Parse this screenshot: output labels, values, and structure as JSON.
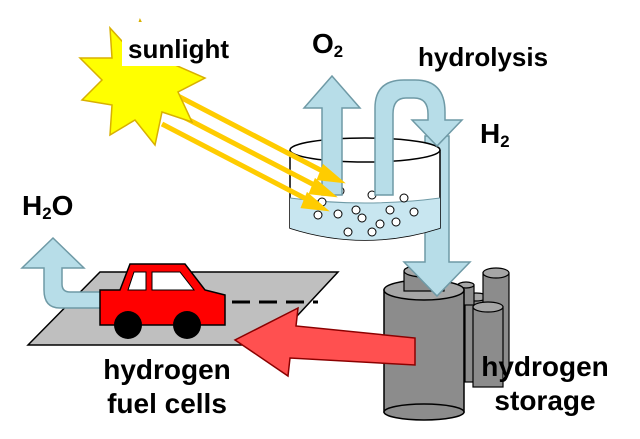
{
  "labels": {
    "sunlight": "sunlight",
    "o2_main": "O",
    "o2_sub": "2",
    "hydrolysis": "hydrolysis",
    "h2_main": "H",
    "h2_sub": "2",
    "h2o_main": "H",
    "h2o_sub": "2",
    "h2o_tail": "O",
    "fuel_cells_line1": "hydrogen",
    "fuel_cells_line2": "fuel cells",
    "storage_line1": "hydrogen",
    "storage_line2": "storage"
  },
  "colors": {
    "sun_fill": "#ffff00",
    "sun_stroke": "#d8b000",
    "ray": "#ffcc00",
    "flow_arrow": "#b7dde8",
    "flow_arrow_stroke": "#6f9aa6",
    "water": "#c8e6f0",
    "car": "#ff0000",
    "road": "#bfbfbf",
    "storage_tank": "#8c8c8c",
    "transfer_arrow": "#ff5050"
  },
  "icons": [
    "sun-icon",
    "beaker-icon",
    "car-icon",
    "storage-tanks-icon"
  ]
}
